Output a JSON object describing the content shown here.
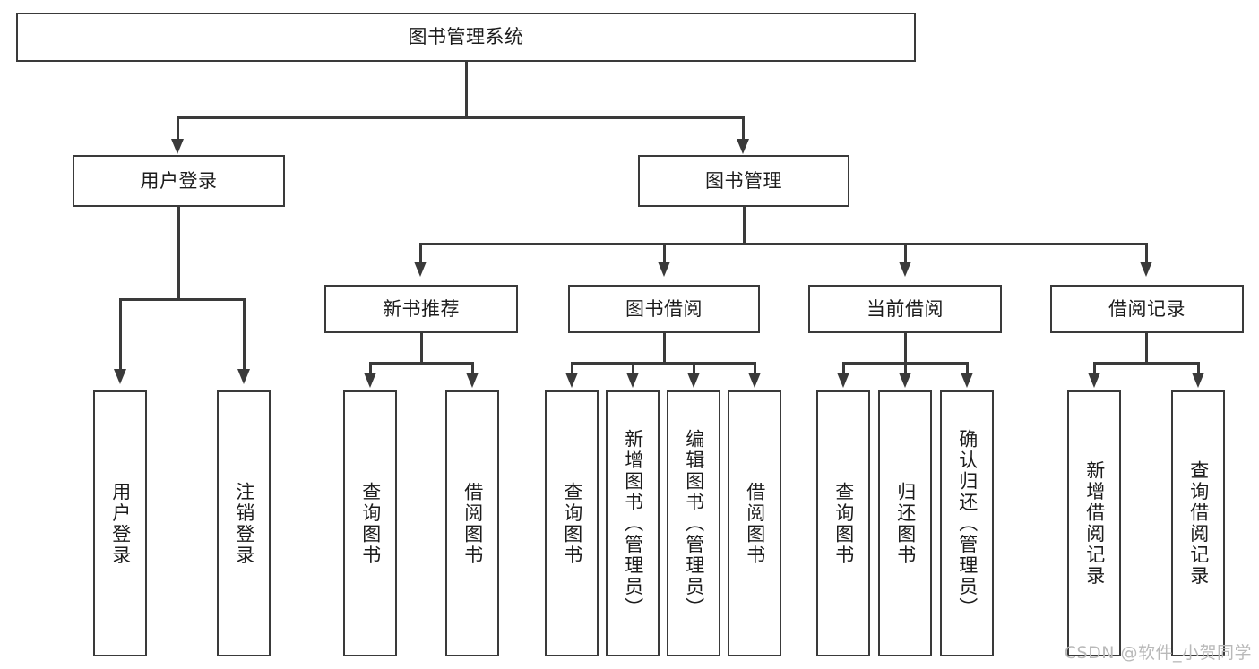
{
  "diagram": {
    "type": "tree-hierarchy",
    "title": "图书管理系统",
    "watermark": "CSDN @软件_小贺同学",
    "colors": {
      "border": "#3a3a3a",
      "background": "#ffffff",
      "text": "#1c1c1c",
      "watermark": "#b9b9b9"
    },
    "nodes": {
      "root": {
        "label": "图书管理系统"
      },
      "level2": [
        {
          "label": "用户登录"
        },
        {
          "label": "图书管理"
        }
      ],
      "level3": [
        {
          "label": "新书推荐"
        },
        {
          "label": "图书借阅"
        },
        {
          "label": "当前借阅"
        },
        {
          "label": "借阅记录"
        }
      ],
      "leaves": {
        "user_login": [
          {
            "label": "用户登录"
          },
          {
            "label": "注销登录"
          }
        ],
        "new_book": [
          {
            "label": "查询图书"
          },
          {
            "label": "借阅图书"
          }
        ],
        "book_borrow": [
          {
            "label": "查询图书"
          },
          {
            "label": "新增图书（管理员）"
          },
          {
            "label": "编辑图书（管理员）"
          },
          {
            "label": "借阅图书"
          }
        ],
        "current_borrow": [
          {
            "label": "查询图书"
          },
          {
            "label": "归还图书"
          },
          {
            "label": "确认归还（管理员）"
          }
        ],
        "borrow_record": [
          {
            "label": "新增借阅记录"
          },
          {
            "label": "查询借阅记录"
          }
        ]
      }
    }
  }
}
